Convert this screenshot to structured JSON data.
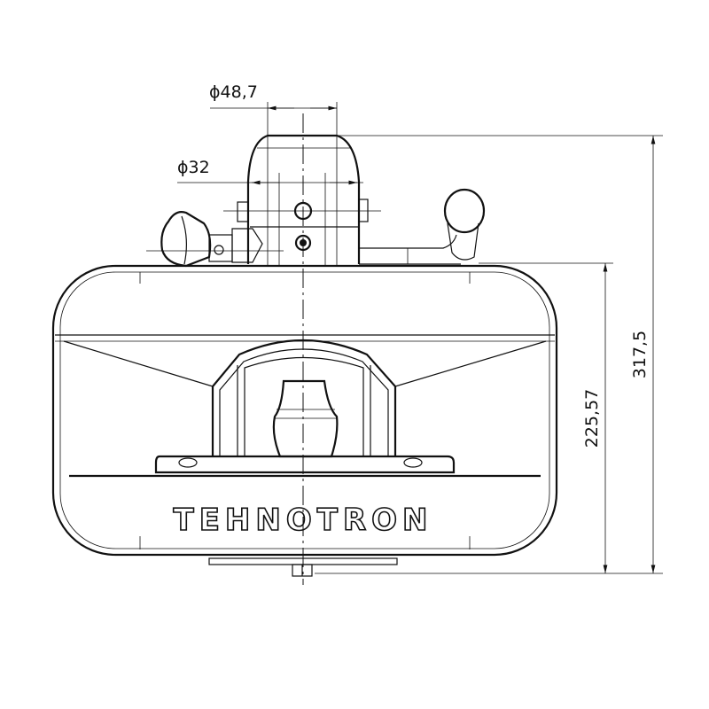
{
  "drawing": {
    "dimensions": {
      "outer_diameter": "ϕ48,7",
      "inner_diameter": "ϕ32",
      "total_height": "317,5",
      "body_height": "225,57"
    },
    "brand_text": "TEHNOTRON",
    "line_color": "#111111",
    "background": "#ffffff"
  }
}
